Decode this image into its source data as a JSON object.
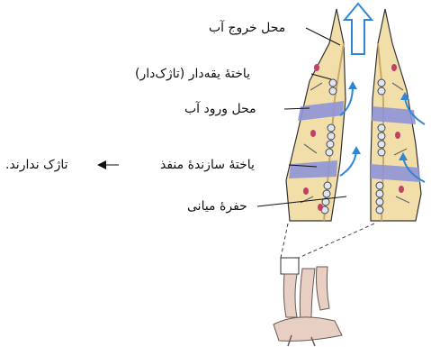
{
  "labels": {
    "water_exit": "محل خروج آب",
    "collar_cell": "یاختهٔ یقه‌دار (تاژک‌دار)",
    "water_entry": "محل ورود آب",
    "pore_cell": "یاختهٔ سازندهٔ منفذ",
    "no_flagella": "تاژک ندارند.",
    "central_cavity": "حفرهٔ میانی"
  },
  "colors": {
    "body_wall": "#f2dea8",
    "collar_band": "#8f95d6",
    "cell_nucleus": "#c2416a",
    "flow_arrow": "#2f86d6",
    "sponge_base": "#e7cfc4",
    "outline": "#333333"
  }
}
